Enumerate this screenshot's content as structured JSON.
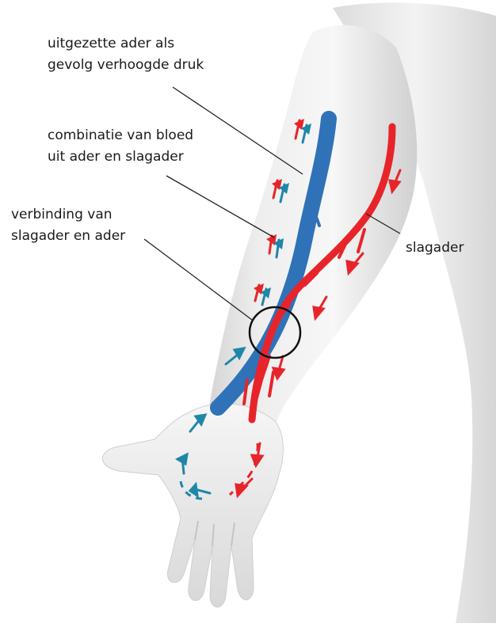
{
  "labels": {
    "dilated_vein": {
      "line1": "uitgezette ader als",
      "line2": "gevolg verhoogde druk"
    },
    "combined_blood": {
      "line1": "combinatie van bloed",
      "line2": "uit ader en slagader"
    },
    "connection": {
      "line1": "verbinding van",
      "line2": "slagader en ader"
    },
    "artery": "slagader"
  },
  "colors": {
    "vein": "#2f72b8",
    "artery": "#e8242b",
    "vein_arrow": "#1f86a8",
    "skin_light": "#f4f4f4",
    "skin_shadow": "#c9c9c9",
    "leader_line": "#222222",
    "connection_circle": "#111111"
  }
}
